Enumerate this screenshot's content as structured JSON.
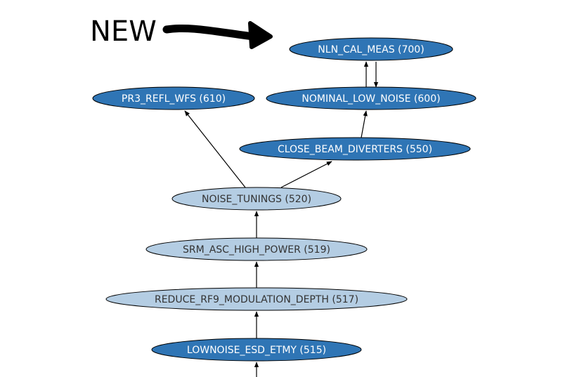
{
  "annotation": {
    "text": "NEW",
    "arrow_color": "#000000"
  },
  "colors": {
    "dark_fill": "#2f75b5",
    "light_fill": "#b4cde3",
    "dark_text": "#ffffff",
    "light_text": "#333333",
    "stroke": "#000000"
  },
  "nodes": [
    {
      "id": "nln",
      "label": "NLN_CAL_MEAS (700)",
      "style": "dark"
    },
    {
      "id": "pr3",
      "label": "PR3_REFL_WFS (610)",
      "style": "dark"
    },
    {
      "id": "nom",
      "label": "NOMINAL_LOW_NOISE (600)",
      "style": "dark"
    },
    {
      "id": "cbd",
      "label": "CLOSE_BEAM_DIVERTERS (550)",
      "style": "dark"
    },
    {
      "id": "nt",
      "label": "NOISE_TUNINGS (520)",
      "style": "light"
    },
    {
      "id": "srm",
      "label": "SRM_ASC_HIGH_POWER (519)",
      "style": "light"
    },
    {
      "id": "rrf",
      "label": "REDUCE_RF9_MODULATION_DEPTH (517)",
      "style": "light"
    },
    {
      "id": "lne",
      "label": "LOWNOISE_ESD_ETMY (515)",
      "style": "dark"
    }
  ],
  "edges": [
    {
      "from": "nom",
      "to": "nln"
    },
    {
      "from": "nln",
      "to": "nom"
    },
    {
      "from": "cbd",
      "to": "nom"
    },
    {
      "from": "nt",
      "to": "pr3"
    },
    {
      "from": "nt",
      "to": "cbd"
    },
    {
      "from": "srm",
      "to": "nt"
    },
    {
      "from": "rrf",
      "to": "srm"
    },
    {
      "from": "lne",
      "to": "rrf"
    },
    {
      "from": null,
      "to": "lne"
    }
  ]
}
